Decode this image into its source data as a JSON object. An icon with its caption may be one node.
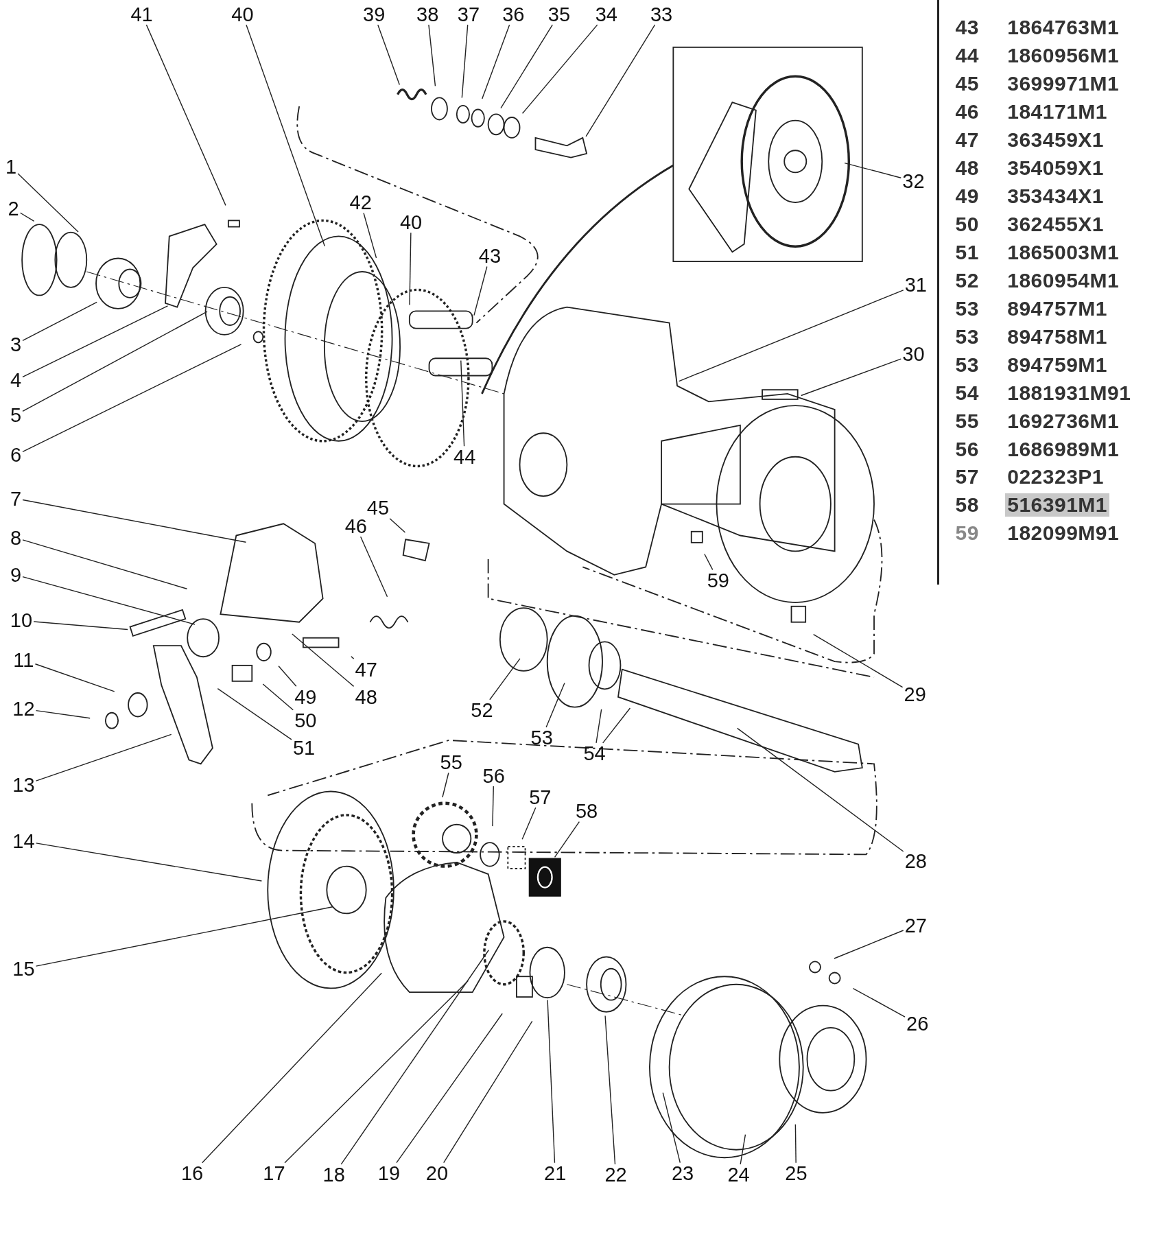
{
  "diagram": {
    "nodes": [
      {
        "text": [
          "1"
        ]
      },
      {
        "text": [
          "2"
        ]
      },
      {
        "text": [
          "3"
        ]
      },
      {
        "text": [
          "4"
        ]
      },
      {
        "text": [
          "5"
        ]
      },
      {
        "text": [
          "6"
        ]
      },
      {
        "text": [
          "7"
        ]
      },
      {
        "text": [
          "8"
        ]
      },
      {
        "text": [
          "9"
        ]
      },
      {
        "text": [
          "10"
        ]
      },
      {
        "text": [
          "11"
        ]
      },
      {
        "text": [
          "12"
        ]
      },
      {
        "text": [
          "13"
        ]
      },
      {
        "text": [
          "14"
        ]
      },
      {
        "text": [
          "15"
        ]
      },
      {
        "text": [
          "16"
        ]
      },
      {
        "text": [
          "17"
        ]
      },
      {
        "text": [
          "18"
        ]
      },
      {
        "text": [
          "19"
        ]
      },
      {
        "text": [
          "20"
        ]
      },
      {
        "text": [
          "21"
        ]
      },
      {
        "text": [
          "22"
        ]
      },
      {
        "text": [
          "23"
        ]
      },
      {
        "text": [
          "24"
        ]
      },
      {
        "text": [
          "25"
        ]
      },
      {
        "text": [
          "26"
        ]
      },
      {
        "text": [
          "27"
        ]
      },
      {
        "text": [
          "28"
        ]
      },
      {
        "text": [
          "29"
        ]
      },
      {
        "text": [
          "30"
        ]
      },
      {
        "text": [
          "31"
        ]
      },
      {
        "text": [
          "32"
        ]
      },
      {
        "text": [
          "33"
        ]
      },
      {
        "text": [
          "34"
        ]
      },
      {
        "text": [
          "35"
        ]
      },
      {
        "text": [
          "36"
        ]
      },
      {
        "text": [
          "37"
        ]
      },
      {
        "text": [
          "38"
        ]
      },
      {
        "text": [
          "39"
        ]
      },
      {
        "text": [
          "40"
        ]
      },
      {
        "text": [
          "41"
        ]
      },
      {
        "text": [
          "42"
        ]
      },
      {
        "text": [
          "40"
        ]
      },
      {
        "text": [
          "43"
        ]
      },
      {
        "text": [
          "44"
        ]
      },
      {
        "text": [
          "45"
        ]
      },
      {
        "text": [
          "46"
        ]
      },
      {
        "text": [
          "47"
        ]
      },
      {
        "text": [
          "48"
        ]
      },
      {
        "text": [
          "49"
        ]
      },
      {
        "text": [
          "50"
        ]
      },
      {
        "text": [
          "51"
        ]
      },
      {
        "text": [
          "52"
        ]
      },
      {
        "text": [
          "53"
        ]
      },
      {
        "text": [
          "54"
        ]
      },
      {
        "text": [
          "55"
        ]
      },
      {
        "text": [
          "56"
        ]
      },
      {
        "text": [
          "57"
        ]
      },
      {
        "text": [
          "58"
        ]
      },
      {
        "text": [
          "59"
        ]
      }
    ],
    "edges": [
      {
        "from": 0,
        "to": null,
        "arrow": "none"
      },
      {
        "from": 1,
        "to": null,
        "arrow": "none"
      },
      {
        "from": 2,
        "to": null,
        "arrow": "none"
      },
      {
        "from": 3,
        "to": null,
        "arrow": "none"
      },
      {
        "from": 4,
        "to": null,
        "arrow": "none"
      },
      {
        "from": 5,
        "to": null,
        "arrow": "none"
      },
      {
        "from": 6,
        "to": null,
        "arrow": "none"
      },
      {
        "from": 7,
        "to": null,
        "arrow": "none"
      },
      {
        "from": 8,
        "to": null,
        "arrow": "none"
      },
      {
        "from": 9,
        "to": null,
        "arrow": "none"
      },
      {
        "from": 10,
        "to": null,
        "arrow": "none"
      },
      {
        "from": 11,
        "to": null,
        "arrow": "none"
      },
      {
        "from": 12,
        "to": null,
        "arrow": "none"
      },
      {
        "from": 13,
        "to": null,
        "arrow": "none"
      },
      {
        "from": 14,
        "to": null,
        "arrow": "none"
      },
      {
        "from": 15,
        "to": null,
        "arrow": "none"
      },
      {
        "from": 16,
        "to": null,
        "arrow": "none"
      },
      {
        "from": 17,
        "to": null,
        "arrow": "none"
      },
      {
        "from": 18,
        "to": null,
        "arrow": "none"
      },
      {
        "from": 19,
        "to": null,
        "arrow": "none"
      },
      {
        "from": 20,
        "to": null,
        "arrow": "none"
      },
      {
        "from": 21,
        "to": null,
        "arrow": "none"
      },
      {
        "from": 22,
        "to": null,
        "arrow": "none"
      },
      {
        "from": 23,
        "to": null,
        "arrow": "none"
      },
      {
        "from": 24,
        "to": null,
        "arrow": "none"
      },
      {
        "from": 25,
        "to": null,
        "arrow": "none"
      },
      {
        "from": 26,
        "to": null,
        "arrow": "none"
      },
      {
        "from": 27,
        "to": null,
        "arrow": "none"
      },
      {
        "from": 28,
        "to": null,
        "arrow": "none"
      },
      {
        "from": 29,
        "to": null,
        "arrow": "none"
      },
      {
        "from": 30,
        "to": null,
        "arrow": "none"
      },
      {
        "from": 31,
        "to": null,
        "arrow": "none"
      },
      {
        "from": 32,
        "to": null,
        "arrow": "none"
      },
      {
        "from": 33,
        "to": null,
        "arrow": "none"
      },
      {
        "from": 34,
        "to": null,
        "arrow": "none"
      },
      {
        "from": 35,
        "to": null,
        "arrow": "none"
      },
      {
        "from": 36,
        "to": null,
        "arrow": "none"
      },
      {
        "from": 37,
        "to": null,
        "arrow": "none"
      },
      {
        "from": 38,
        "to": null,
        "arrow": "none"
      },
      {
        "from": 39,
        "to": null,
        "arrow": "none"
      },
      {
        "from": 40,
        "to": null,
        "arrow": "none"
      },
      {
        "from": 41,
        "to": null,
        "arrow": "none"
      },
      {
        "from": 42,
        "to": null,
        "arrow": "none"
      },
      {
        "from": 43,
        "to": null,
        "arrow": "none"
      },
      {
        "from": 44,
        "to": null,
        "arrow": "none"
      },
      {
        "from": 45,
        "to": null,
        "arrow": "none"
      },
      {
        "from": 46,
        "to": null,
        "arrow": "none"
      },
      {
        "from": 47,
        "to": null,
        "arrow": "none"
      },
      {
        "from": 48,
        "to": null,
        "arrow": "none"
      },
      {
        "from": 49,
        "to": null,
        "arrow": "none"
      },
      {
        "from": 50,
        "to": null,
        "arrow": "none"
      },
      {
        "from": 51,
        "to": null,
        "arrow": "none"
      },
      {
        "from": 52,
        "to": null,
        "arrow": "none"
      },
      {
        "from": 53,
        "to": null,
        "arrow": "none"
      },
      {
        "from": 54,
        "to": null,
        "arrow": "none"
      },
      {
        "from": 55,
        "to": null,
        "arrow": "none"
      },
      {
        "from": 56,
        "to": null,
        "arrow": "none"
      },
      {
        "from": 57,
        "to": null,
        "arrow": "none"
      },
      {
        "from": 58,
        "to": null,
        "arrow": "none"
      },
      {
        "from": 59,
        "to": null,
        "arrow": "none"
      },
      {
        "from": 54,
        "to": null,
        "arrow": "none"
      }
    ],
    "labels": [
      "43",
      "1864763M1",
      "44",
      "1860956M1",
      "45",
      "3699971M1",
      "46",
      "184171M1",
      "47",
      "363459X1",
      "48",
      "354059X1",
      "49",
      "353434X1",
      "50",
      "362455X1",
      "51",
      "1865003M1",
      "52",
      "1860954M1",
      "53",
      "894757M1",
      "53",
      "894758M1",
      "53",
      "894759M1",
      "54",
      "1881931M91",
      "55",
      "1692736M1",
      "56",
      "1686989M1",
      "57",
      "022323P1",
      "58",
      "516391M1",
      "59",
      "182099M91"
    ]
  }
}
